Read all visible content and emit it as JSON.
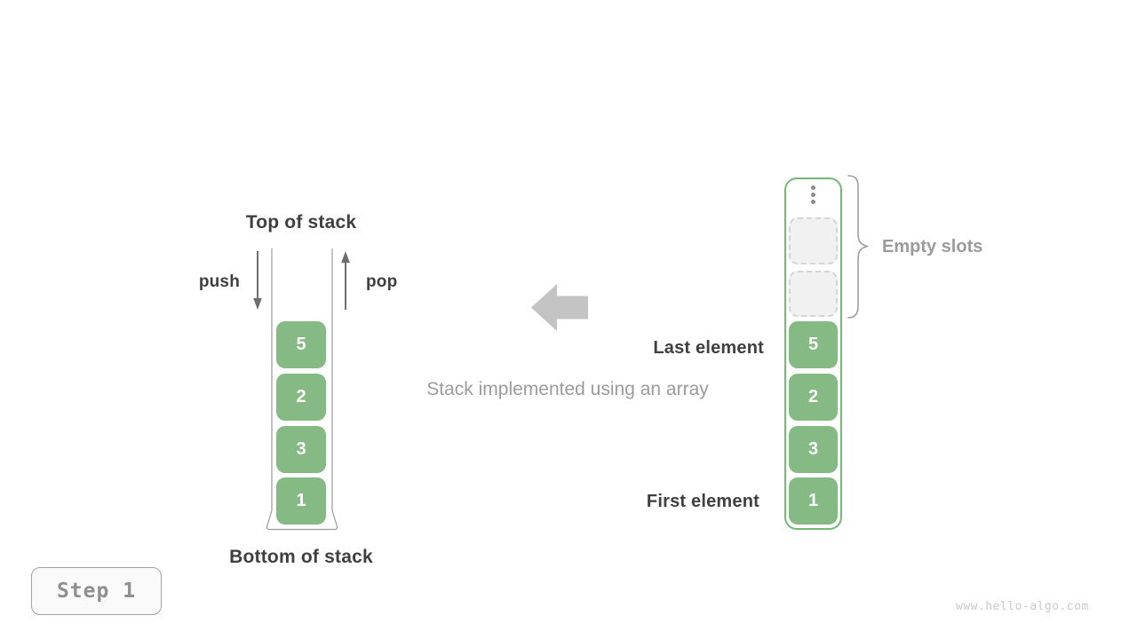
{
  "figure": {
    "caption": "Stack implemented using an array",
    "step_badge": "Step 1",
    "watermark": "www.hello-algo.com"
  },
  "left_stack": {
    "top_label": "Top of stack",
    "bottom_label": "Bottom of stack",
    "push_label": "push",
    "pop_label": "pop",
    "cells": [
      "5",
      "2",
      "3",
      "1"
    ]
  },
  "right_array": {
    "empty_slots_label": "Empty slots",
    "last_element_label": "Last element",
    "first_element_label": "First element",
    "empty_slot_count": 2,
    "cells": [
      "5",
      "2",
      "3",
      "1"
    ]
  },
  "icons": {
    "push_arrow": "↓",
    "pop_arrow": "↑",
    "transform_arrow": "←",
    "ellipsis": "⋮"
  },
  "colors": {
    "cell_green": "#86ba85",
    "container_green_border": "#74b874",
    "empty_slot_fill": "#f1f1f1",
    "empty_slot_border": "#d5d5d5",
    "dark_text": "#3f3f3f",
    "gray_text": "#9b9b9b",
    "block_arrow_gray": "#c3c3c3",
    "push_pop_arrow": "#6e6e6e",
    "beaker_stroke": "#999999",
    "brace_stroke": "#9e9e9e",
    "watermark_gray": "#c9c9c9"
  }
}
